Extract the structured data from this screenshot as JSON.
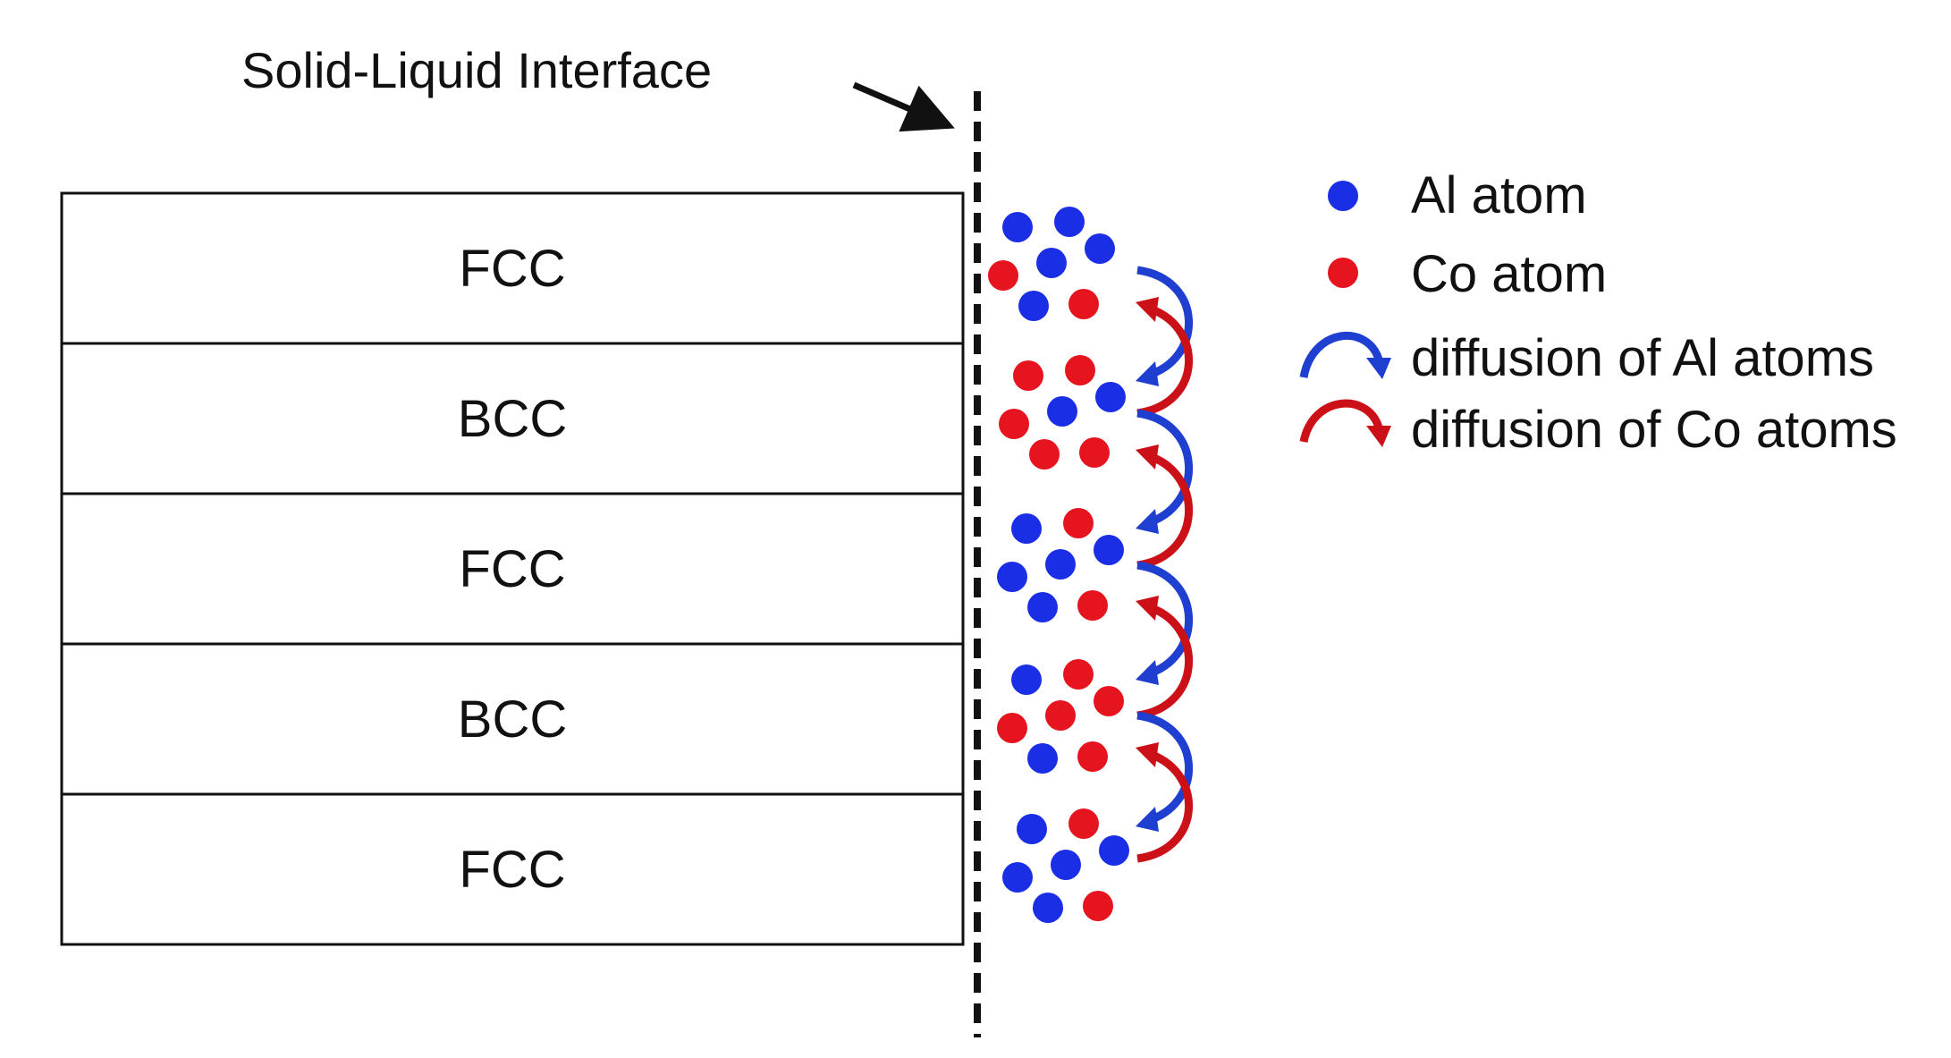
{
  "interface_label": "Solid-Liquid Interface",
  "layers": [
    {
      "label": "FCC"
    },
    {
      "label": "BCC"
    },
    {
      "label": "FCC"
    },
    {
      "label": "BCC"
    },
    {
      "label": "FCC"
    }
  ],
  "legend": {
    "al_atom": "Al atom",
    "co_atom": "Co atom",
    "al_diffusion": "diffusion of Al atoms",
    "co_diffusion": "diffusion of Co atoms"
  },
  "colors": {
    "al": "#1a2ee6",
    "co": "#e6141e",
    "al_arrow": "#1f3fd0",
    "co_arrow": "#cc1018",
    "line": "#111111"
  },
  "atom_groups": [
    {
      "atoms": [
        "al",
        "al",
        "al",
        "co",
        "al",
        "al",
        "co"
      ]
    },
    {
      "atoms": [
        "co",
        "co",
        "al",
        "co",
        "al",
        "co",
        "co"
      ]
    },
    {
      "atoms": [
        "al",
        "co",
        "al",
        "al",
        "al",
        "al",
        "co"
      ]
    },
    {
      "atoms": [
        "al",
        "co",
        "co",
        "co",
        "co",
        "al",
        "co"
      ]
    },
    {
      "atoms": [
        "al",
        "co",
        "al",
        "al",
        "al",
        "al",
        "co"
      ]
    }
  ]
}
